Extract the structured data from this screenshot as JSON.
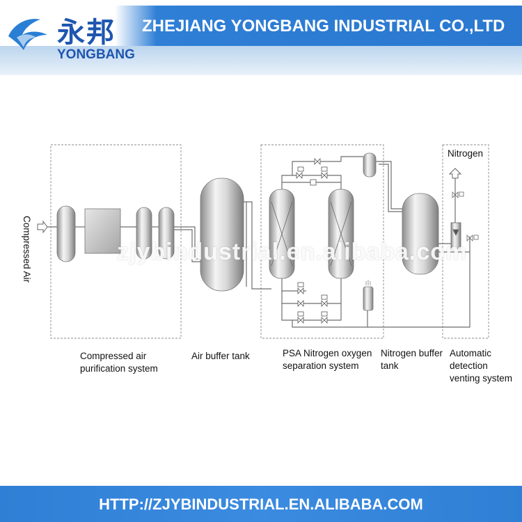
{
  "header": {
    "logo_cn": "永邦",
    "logo_en": "YONGBANG",
    "company": "ZHEJIANG YONGBANG INDUSTRIAL CO.,LTD"
  },
  "diagram": {
    "input_label": "Compressed Air",
    "output_label": "Nitrogen",
    "watermark": "zjybindustrial.en.alibaba.com",
    "stages": [
      {
        "line1": "Compressed air",
        "line2": "purification system",
        "line3": ""
      },
      {
        "line1": "Air buffer tank",
        "line2": "",
        "line3": ""
      },
      {
        "line1": "PSA Nitrogen oxygen",
        "line2": "separation system",
        "line3": ""
      },
      {
        "line1": "Nitrogen buffer",
        "line2": "tank",
        "line3": ""
      },
      {
        "line1": "Automatic",
        "line2": "detection",
        "line3": "venting system"
      }
    ]
  },
  "footer": {
    "url": "HTTP://ZJYBINDUSTRIAL.EN.ALIBABA.COM"
  },
  "colors": {
    "brand_blue": "#2a78d0",
    "logo_blue": "#1e56b0",
    "vessel_light": "#eeeeee",
    "vessel_dark": "#8a8a8a",
    "pipe": "#777777"
  }
}
